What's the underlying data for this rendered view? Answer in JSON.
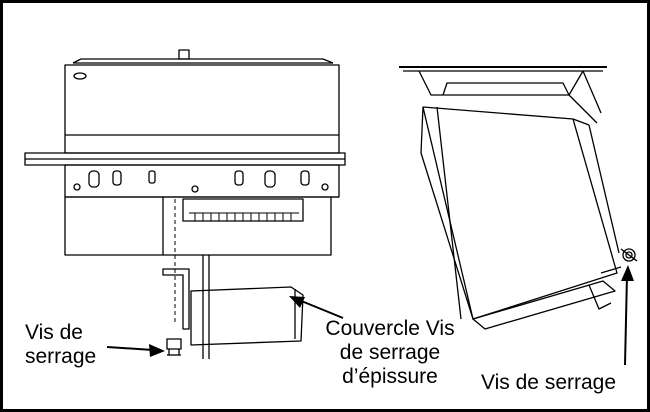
{
  "labels": {
    "left_screw_line1": "Vis de",
    "left_screw_line2": "serrage",
    "cover_line1": "Couvercle Vis",
    "cover_line2": "de serrage",
    "cover_line3": "d’épissure",
    "right_screw": "Vis de serrage"
  },
  "colors": {
    "ink": "#000000",
    "background": "#ffffff"
  }
}
